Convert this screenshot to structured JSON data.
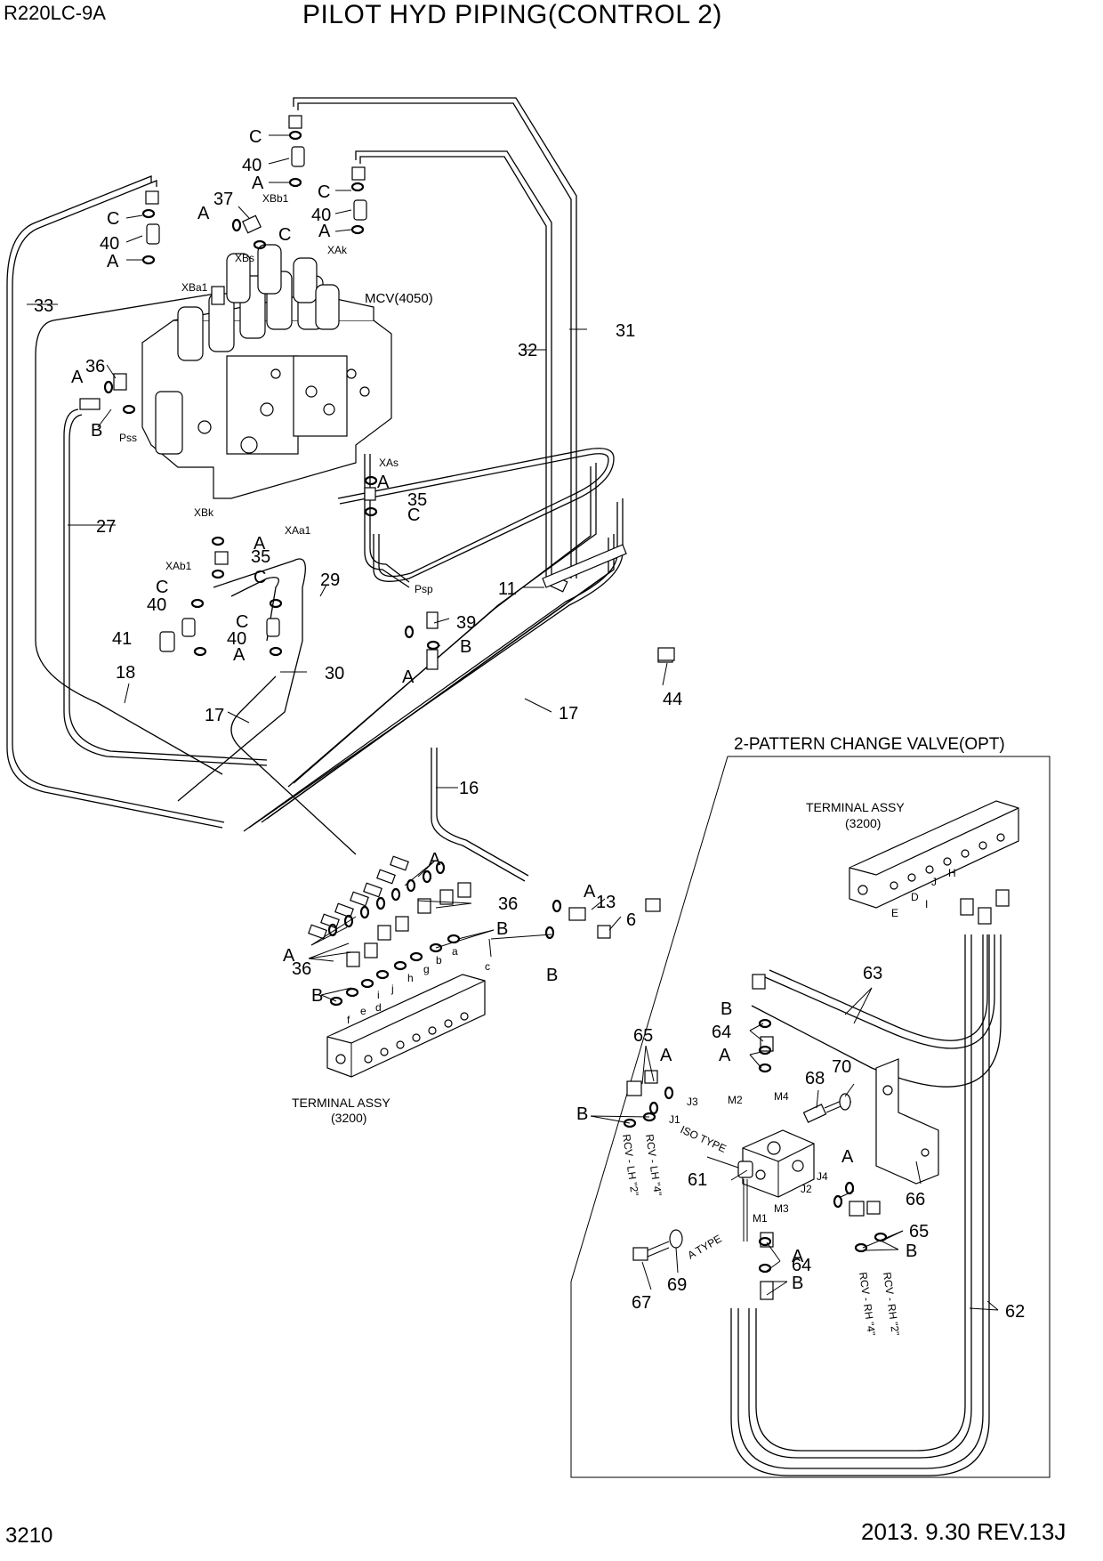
{
  "header": {
    "model": "R220LC-9A",
    "title": "PILOT HYD PIPING(CONTROL 2)"
  },
  "footer": {
    "page_number": "3210",
    "revision": "2013. 9.30  REV.13J"
  },
  "labels": {
    "mcv": "MCV(4050)",
    "option_box_title": "2-PATTERN CHANGE VALVE(OPT)",
    "terminal_assy_left": "TERMINAL ASSY",
    "terminal_assy_left_code": "(3200)",
    "terminal_assy_right": "TERMINAL ASSY",
    "terminal_assy_right_code": "(3200)",
    "iso_type": "ISO TYPE",
    "a_type": "A TYPE",
    "rcv_lh_4": "RCV - LH \"4\"",
    "rcv_lh_2": "RCV - LH \"2\"",
    "rcv_rh_2": "RCV - RH \"2\"",
    "rcv_rh_4": "RCV - RH \"4\""
  },
  "ports": {
    "xbb1": "XBb1",
    "xbs": "XBs",
    "xba1": "XBa1",
    "xak": "XAk",
    "pss": "Pss",
    "xas": "XAs",
    "xbk": "XBk",
    "xaa1": "XAa1",
    "xab1": "XAb1",
    "psp": "Psp",
    "j1": "J1",
    "j2": "J2",
    "j3": "J3",
    "j4": "J4",
    "m1": "M1",
    "m2": "M2",
    "m3": "M3",
    "m4": "M4",
    "a": "a",
    "b": "b",
    "c": "c",
    "d": "d",
    "e": "e",
    "f": "f",
    "g": "g",
    "h": "h",
    "i": "i",
    "j": "j",
    "H": "H",
    "J": "J",
    "D": "D",
    "E": "E",
    "I": "I"
  },
  "callouts": {
    "p6": "6",
    "p11": "11",
    "p13": "13",
    "p16": "16",
    "p17a": "17",
    "p17b": "17",
    "p18": "18",
    "p27": "27",
    "p29": "29",
    "p30": "30",
    "p31": "31",
    "p32": "32",
    "p33": "33",
    "p35a": "35",
    "p35b": "35",
    "p36a": "36",
    "p36b": "36",
    "p36c": "36",
    "p37": "37",
    "p39": "39",
    "p40a": "40",
    "p40b": "40",
    "p40c": "40",
    "p40d": "40",
    "p40e": "40",
    "p41": "41",
    "p44": "44",
    "p61": "61",
    "p62": "62",
    "p63": "63",
    "p64a": "64",
    "p64b": "64",
    "p65a": "65",
    "p65b": "65",
    "p66": "66",
    "p67": "67",
    "p68": "68",
    "p69": "69",
    "p70": "70"
  },
  "seal_letters": {
    "C1": "C",
    "A1": "A",
    "C2": "C",
    "A2": "A",
    "C3": "C",
    "A3": "A",
    "A4": "A",
    "C4": "C",
    "A5": "A",
    "B5": "B",
    "A6": "A",
    "C6": "C",
    "A7": "A",
    "C7": "C",
    "C8": "C",
    "C9": "C",
    "A9": "A",
    "B10": "B",
    "A10": "A",
    "A11": "A",
    "A12": "A",
    "B12": "B",
    "A13": "A",
    "B13": "B",
    "B14": "B",
    "B15": "B",
    "A15": "A",
    "A16": "A",
    "B16": "B",
    "A17": "A",
    "B17": "B",
    "A18": "A",
    "B18": "B"
  }
}
